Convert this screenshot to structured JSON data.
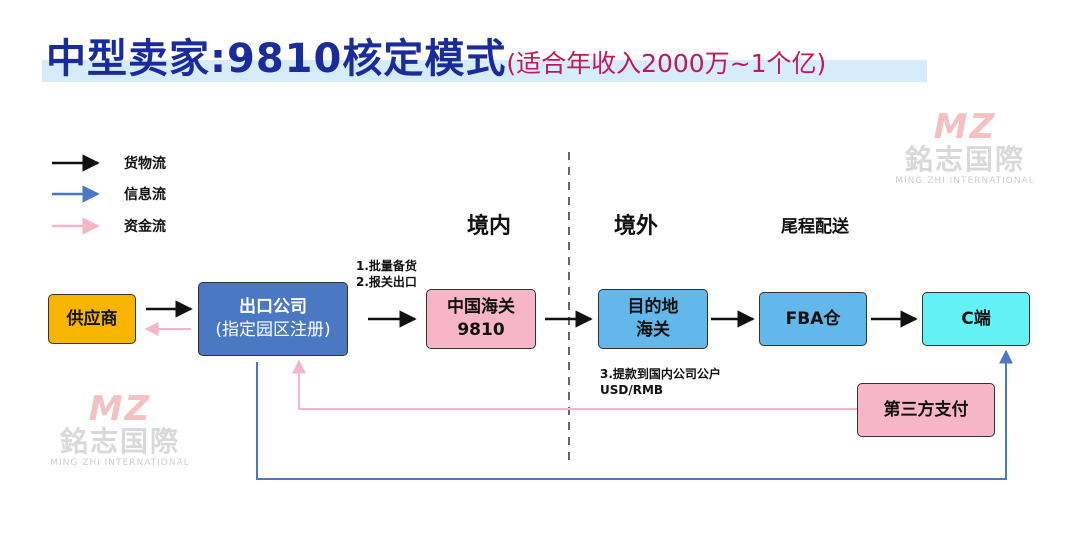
{
  "title": {
    "main": "中型卖家:9810核定模式",
    "sub": "(适合年收入2000万~1个亿)"
  },
  "legend": [
    {
      "label": "货物流",
      "color": "#111111"
    },
    {
      "label": "信息流",
      "color": "#4a78c2"
    },
    {
      "label": "资金流",
      "color": "#f2b6c4"
    }
  ],
  "zones": {
    "domestic": "境内",
    "overseas": "境外",
    "last_mile": "尾程配送"
  },
  "steps": {
    "batch_stock": "1.批量备货",
    "customs_declare": "2.报关出口",
    "withdraw": "3.提款到国内公司公户",
    "currency": "USD/RMB"
  },
  "boxes": {
    "supplier": {
      "line1": "供应商",
      "color": "#f7b500"
    },
    "export_co": {
      "line1": "出口公司",
      "line2": "(指定园区注册)",
      "color": "#4a78c2"
    },
    "china_customs": {
      "line1": "中国海关",
      "line2": "9810",
      "color": "#f7b6c7"
    },
    "dest_customs": {
      "line1": "目的地",
      "line2": "海关",
      "color": "#62b8ea"
    },
    "fba": {
      "line1": "FBA仓",
      "color": "#62b8ea"
    },
    "c_end": {
      "line1": "C端",
      "color": "#62f2f6"
    },
    "third_party": {
      "line1": "第三方支付",
      "color": "#f7b6c7"
    }
  },
  "watermark": {
    "logo": "MZ",
    "cn": "銘志国際",
    "en": "MING ZHI INTERNATIONAL"
  }
}
